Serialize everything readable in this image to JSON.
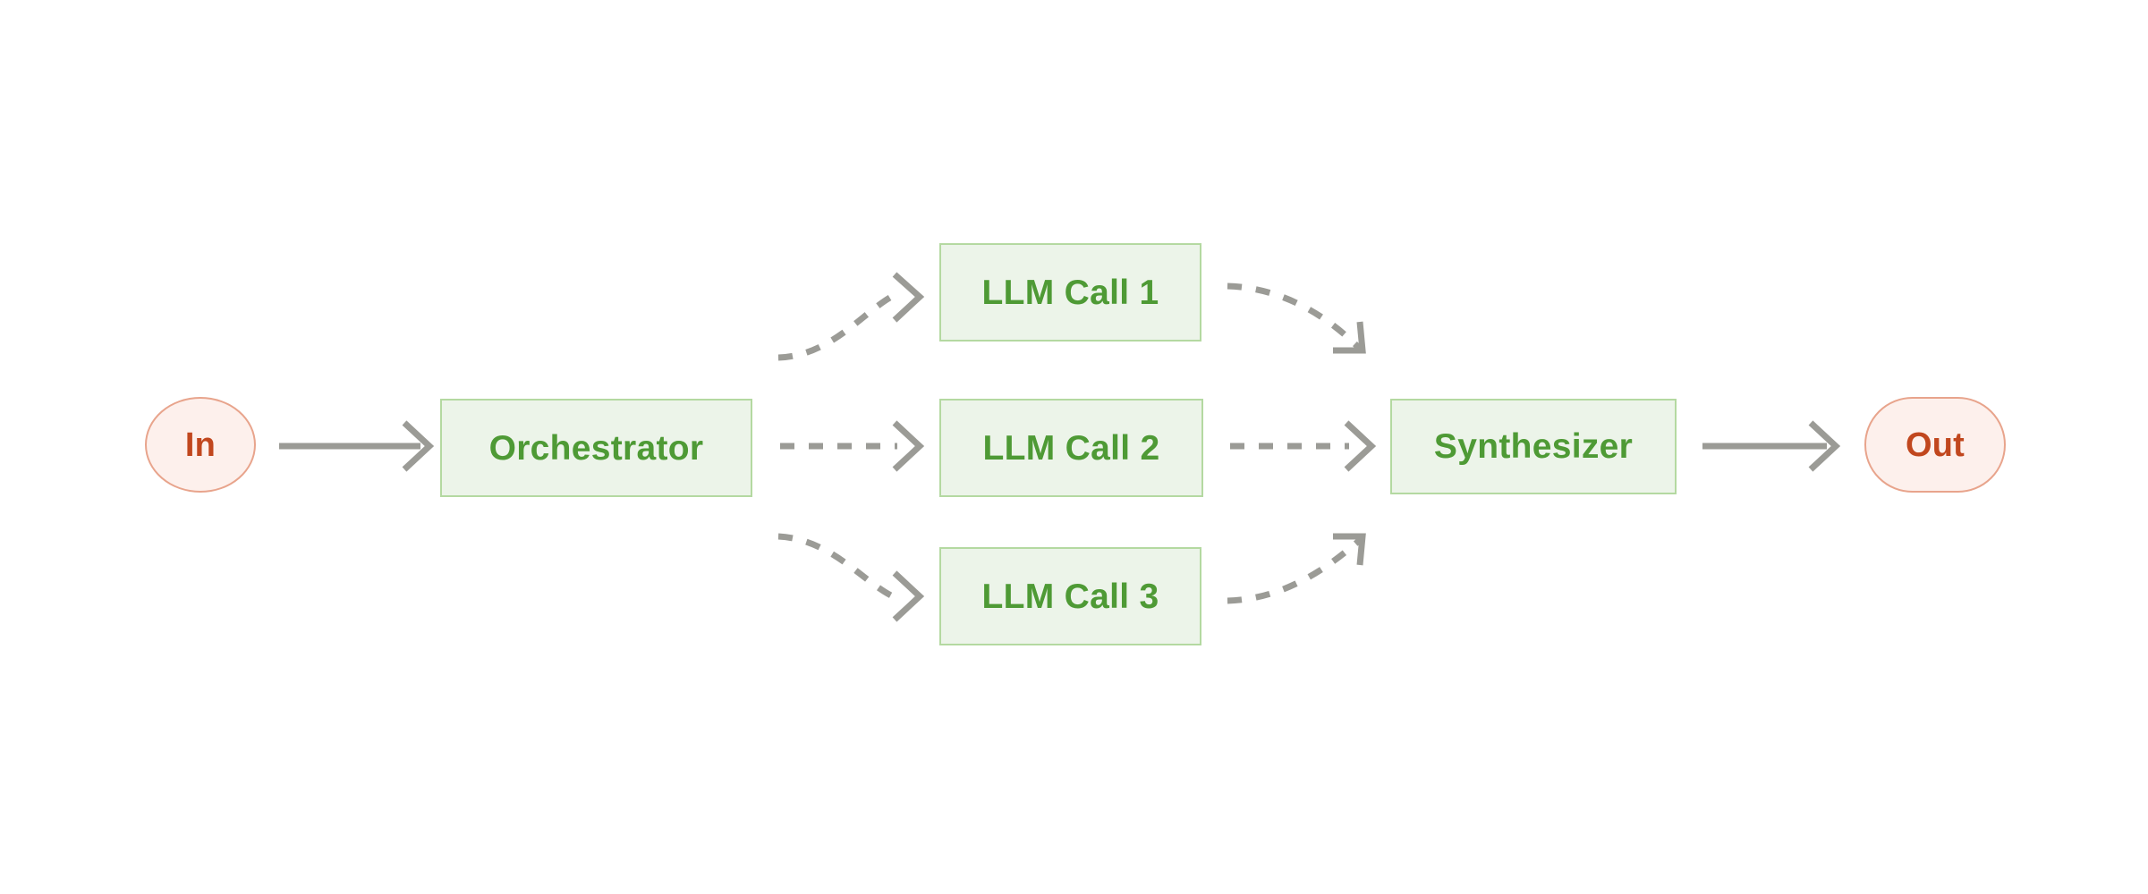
{
  "diagram": {
    "type": "flowchart",
    "title": "",
    "background_color": "#ffffff",
    "orientation": "left-to-right",
    "palette": {
      "terminal_fill": "#fdf0ec",
      "terminal_border": "#e8a48c",
      "terminal_text": "#c1471e",
      "process_fill": "#ecf4e9",
      "process_border": "#b4d9a1",
      "process_text": "#4e9a35",
      "edge": "#9b9b96"
    },
    "nodes": [
      {
        "id": "in",
        "label": "In",
        "shape": "circle",
        "kind": "terminal"
      },
      {
        "id": "orchestrator",
        "label": "Orchestrator",
        "shape": "rectangle",
        "kind": "process"
      },
      {
        "id": "llm_call_1",
        "label": "LLM Call 1",
        "shape": "rectangle",
        "kind": "process"
      },
      {
        "id": "llm_call_2",
        "label": "LLM Call 2",
        "shape": "rectangle",
        "kind": "process"
      },
      {
        "id": "llm_call_3",
        "label": "LLM Call 3",
        "shape": "rectangle",
        "kind": "process"
      },
      {
        "id": "synthesizer",
        "label": "Synthesizer",
        "shape": "rectangle",
        "kind": "process"
      },
      {
        "id": "out",
        "label": "Out",
        "shape": "stadium",
        "kind": "terminal"
      }
    ],
    "edges": [
      {
        "from": "in",
        "to": "orchestrator",
        "style": "solid",
        "label": ""
      },
      {
        "from": "orchestrator",
        "to": "llm_call_1",
        "style": "dashed",
        "label": ""
      },
      {
        "from": "orchestrator",
        "to": "llm_call_2",
        "style": "dashed",
        "label": ""
      },
      {
        "from": "orchestrator",
        "to": "llm_call_3",
        "style": "dashed",
        "label": ""
      },
      {
        "from": "llm_call_1",
        "to": "synthesizer",
        "style": "dashed",
        "label": ""
      },
      {
        "from": "llm_call_2",
        "to": "synthesizer",
        "style": "dashed",
        "label": ""
      },
      {
        "from": "llm_call_3",
        "to": "synthesizer",
        "style": "dashed",
        "label": ""
      },
      {
        "from": "synthesizer",
        "to": "out",
        "style": "solid",
        "label": ""
      }
    ]
  }
}
